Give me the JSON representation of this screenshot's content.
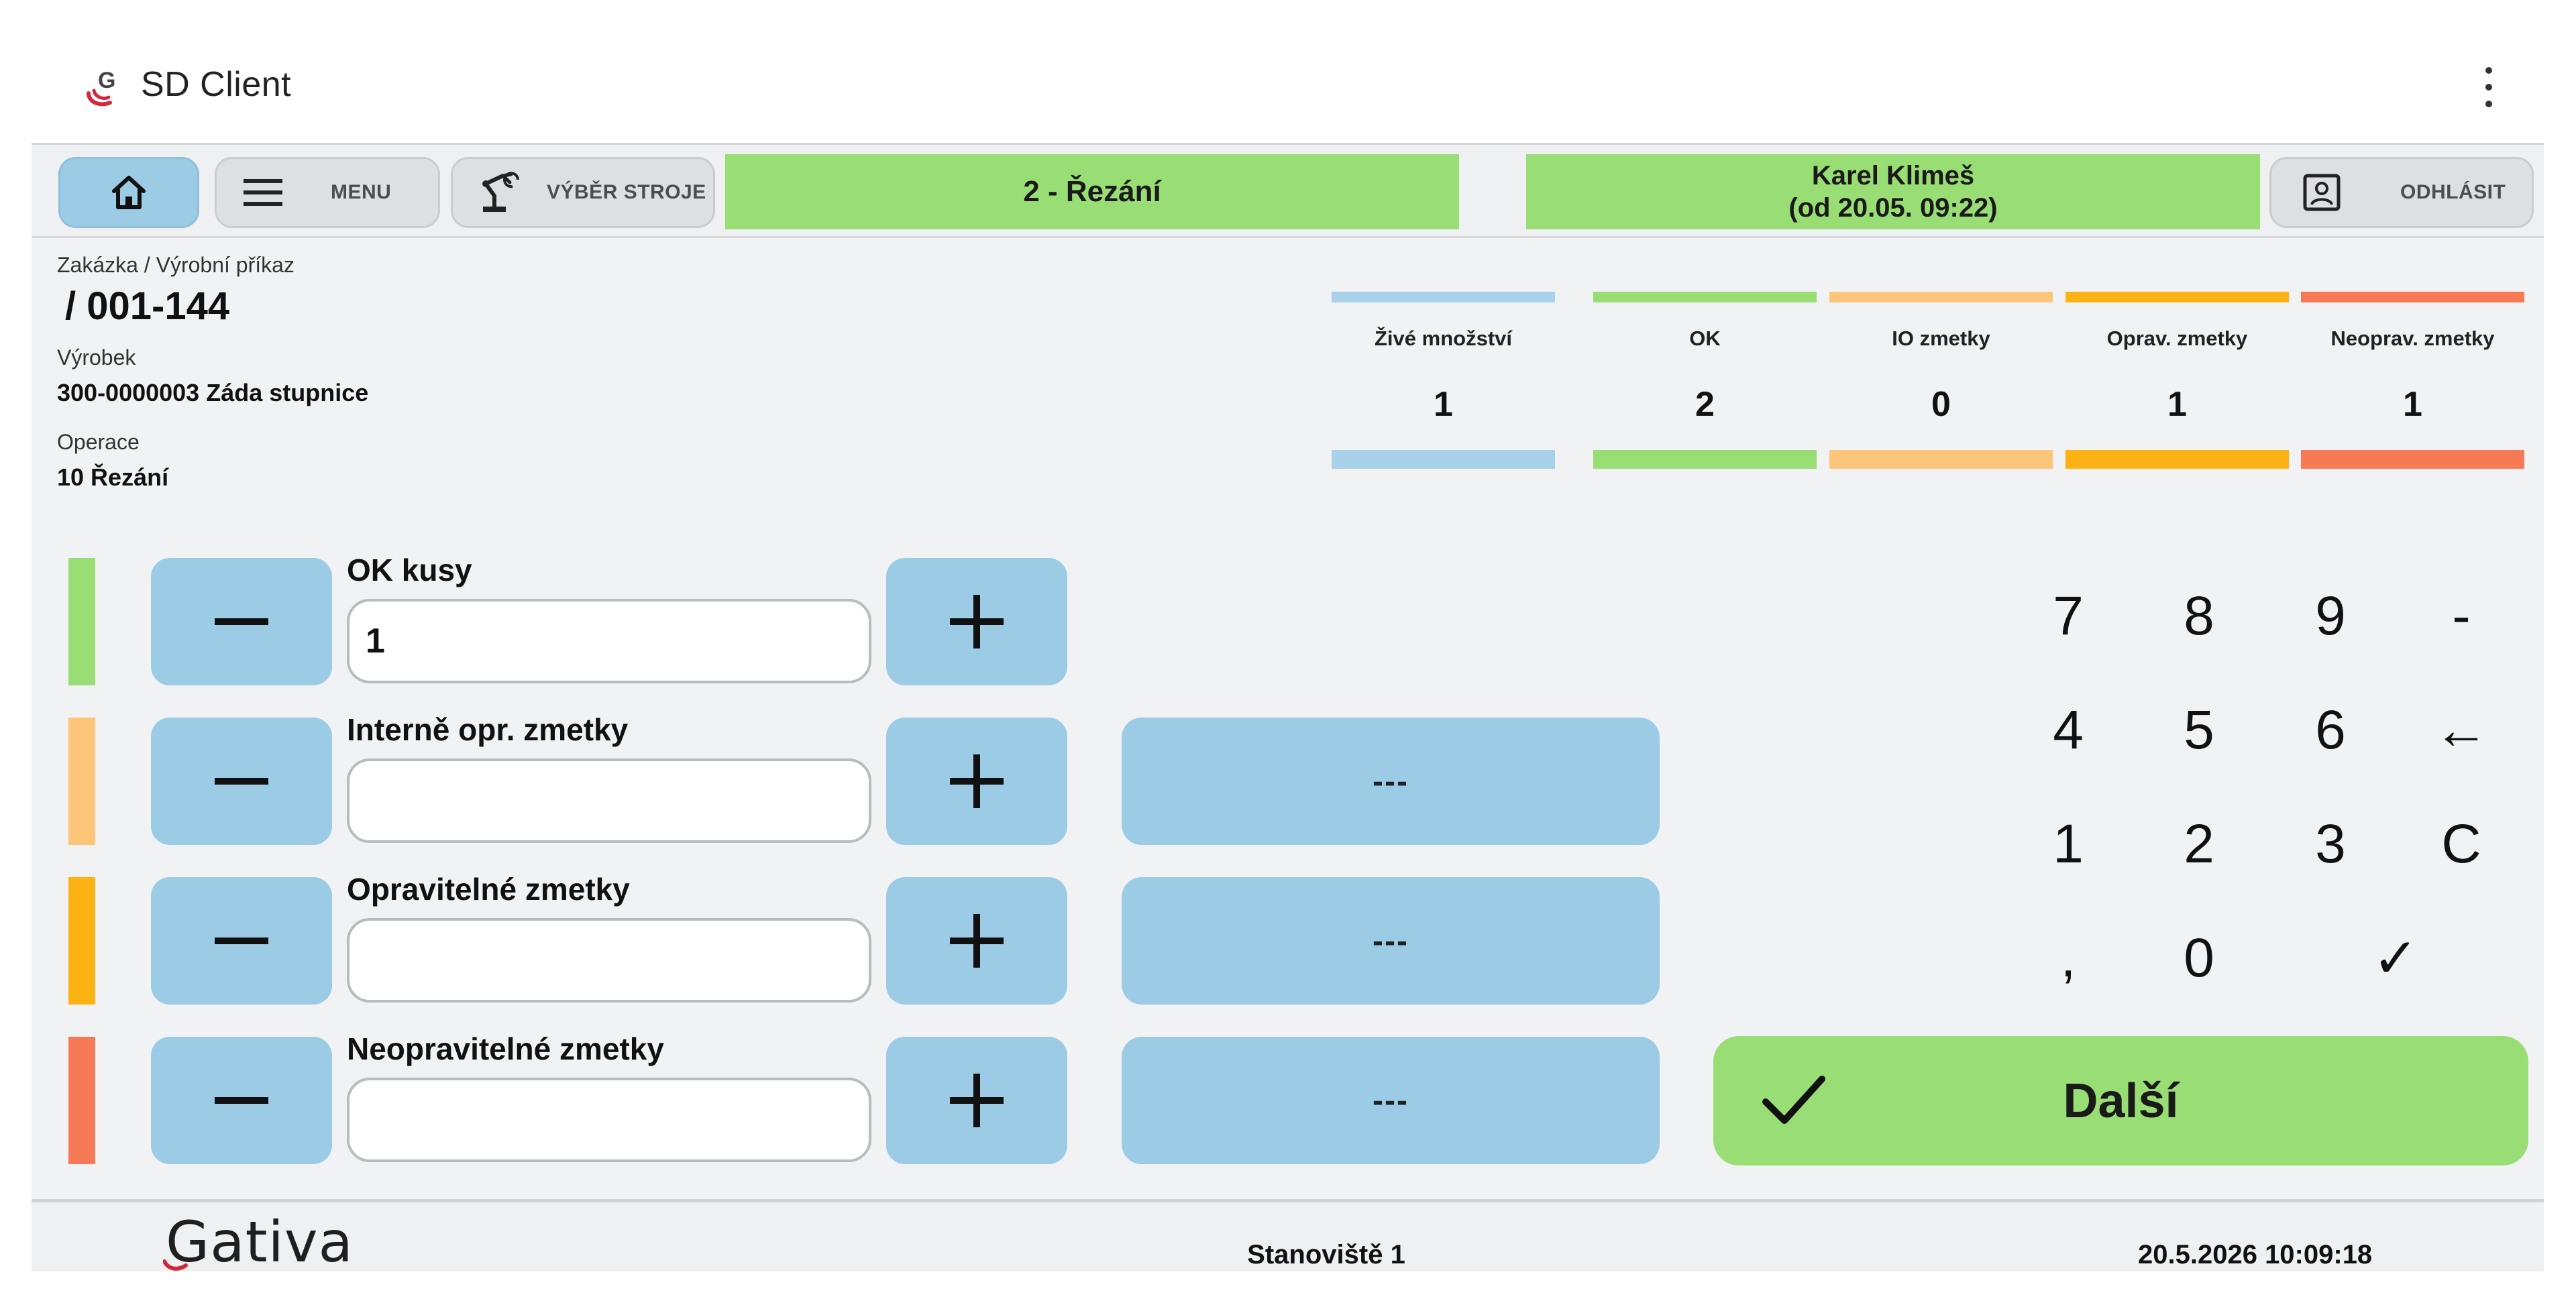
{
  "window": {
    "title": "SD Client",
    "icons": {
      "logo": "gativa-logo-icon",
      "more": "more-vert-icon"
    }
  },
  "toolbar": {
    "home_icon": "home-icon",
    "menu_label": "MENU",
    "menu_icon": "hamburger-icon",
    "machine_label": "VÝBĚR STROJE",
    "machine_icon": "robot-arm-icon",
    "workplace": "2 - Řezání",
    "user_name": "Karel Klimeš",
    "user_since": "(od 20.05. 09:22)",
    "logout_label": "ODHLÁSIT",
    "logout_icon": "account-box-icon"
  },
  "order": {
    "order_label": "Zakázka / Výrobní příkaz",
    "order_value": "/ 001-144",
    "product_label": "Výrobek",
    "product_value": "300-0000003 Záda stupnice",
    "operation_label": "Operace",
    "operation_value": "10 Řezání"
  },
  "counters": [
    {
      "label": "Živé množství",
      "value": "1",
      "color_top": "#a8d2ea",
      "color_bottom": "#a8d2ea"
    },
    {
      "label": "OK",
      "value": "2",
      "color_top": "#99dd75",
      "color_bottom": "#99dd75"
    },
    {
      "label": "IO zmetky",
      "value": "0",
      "color_top": "#fcc57a",
      "color_bottom": "#fcc57a"
    },
    {
      "label": "Oprav. zmetky",
      "value": "1",
      "color_top": "#fdb214",
      "color_bottom": "#fdb214"
    },
    {
      "label": "Neoprav. zmetky",
      "value": "1",
      "color_top": "#f67a55",
      "color_bottom": "#f67a55"
    }
  ],
  "inputs": [
    {
      "label": "OK kusy",
      "value": "1",
      "color": "#99dd75",
      "reason": ""
    },
    {
      "label": "Interně opr. zmetky",
      "value": "",
      "color": "#fcc57a",
      "reason": "---"
    },
    {
      "label": "Opravitelné zmetky",
      "value": "",
      "color": "#fdb214",
      "reason": "---"
    },
    {
      "label": "Neopravitelné zmetky",
      "value": "",
      "color": "#f67a55",
      "reason": "---"
    }
  ],
  "keypad": {
    "keys": [
      "7",
      "8",
      "9",
      "-",
      "4",
      "5",
      "6",
      "←",
      "1",
      "2",
      "3",
      "C",
      ",",
      "0",
      "✓"
    ]
  },
  "next_button": {
    "label": "Další",
    "icon": "check-icon"
  },
  "footer": {
    "brand": "Gativa",
    "station": "Stanoviště 1",
    "datetime": "20.5.2026 10:09:18"
  },
  "colors": {
    "accent_blue": "#9ccbe6",
    "accent_green": "#99dd75",
    "panel_bg": "#f1f2f4"
  }
}
